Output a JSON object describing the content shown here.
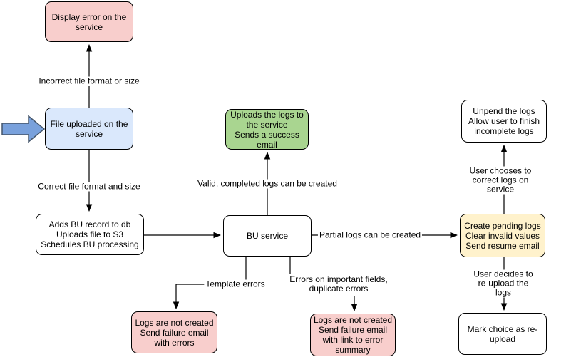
{
  "diagram": {
    "colors": {
      "error_node_fill": "#f8cecc",
      "start_node_fill": "#dae8fc",
      "success_node_fill": "#a9d590",
      "pending_node_fill": "#fff2cc",
      "plain_node_fill": "#ffffff",
      "connector_stroke": "#000000",
      "entry_arrow_fill": "#79a1dc",
      "entry_arrow_stroke": "#45566b"
    },
    "nodes": [
      {
        "id": "display-error",
        "label": "Display error on the\nservice",
        "fill": "#f8cecc"
      },
      {
        "id": "file-uploaded",
        "label": "File uploaded on the\nservice",
        "fill": "#dae8fc"
      },
      {
        "id": "adds-bu-record",
        "label": "Adds BU record to db\nUploads file to S3\nSchedules BU processing",
        "fill": "#ffffff"
      },
      {
        "id": "uploads-logs",
        "label": "Uploads the logs to\nthe service\nSends a success\nemail",
        "fill": "#a9d590"
      },
      {
        "id": "bu-service",
        "label": "BU service",
        "fill": "#ffffff"
      },
      {
        "id": "logs-not-created-errors",
        "label": "Logs are not created\nSend failure email\nwith errors",
        "fill": "#f8cecc"
      },
      {
        "id": "logs-not-created-summary",
        "label": "Logs are not created\nSend failure email\nwith link to error\nsummary",
        "fill": "#f8cecc"
      },
      {
        "id": "create-pending-logs",
        "label": "Create pending logs\nClear invalid values\nSend resume email",
        "fill": "#fff2cc"
      },
      {
        "id": "unpend-logs",
        "label": "Unpend the logs\nAllow user to finish\nincomplete logs",
        "fill": "#ffffff"
      },
      {
        "id": "mark-reupload",
        "label": "Mark choice as re-\nupload",
        "fill": "#ffffff"
      }
    ],
    "edges": [
      {
        "from": "file-uploaded",
        "to": "display-error",
        "label": "Incorrect file format or size"
      },
      {
        "from": "file-uploaded",
        "to": "adds-bu-record",
        "label": "Correct file format and size"
      },
      {
        "from": "adds-bu-record",
        "to": "bu-service",
        "label": ""
      },
      {
        "from": "bu-service",
        "to": "uploads-logs",
        "label": "Valid, completed logs can be created"
      },
      {
        "from": "bu-service",
        "to": "create-pending-logs",
        "label": "Partial logs can be created"
      },
      {
        "from": "bu-service",
        "to": "logs-not-created-errors",
        "label": "Template errors"
      },
      {
        "from": "bu-service",
        "to": "logs-not-created-summary",
        "label": "Errors on important fields,\nduplicate errors"
      },
      {
        "from": "create-pending-logs",
        "to": "unpend-logs",
        "label": "User chooses to correct logs on service"
      },
      {
        "from": "create-pending-logs",
        "to": "mark-reupload",
        "label": "User decides to re-upload the logs"
      }
    ]
  }
}
